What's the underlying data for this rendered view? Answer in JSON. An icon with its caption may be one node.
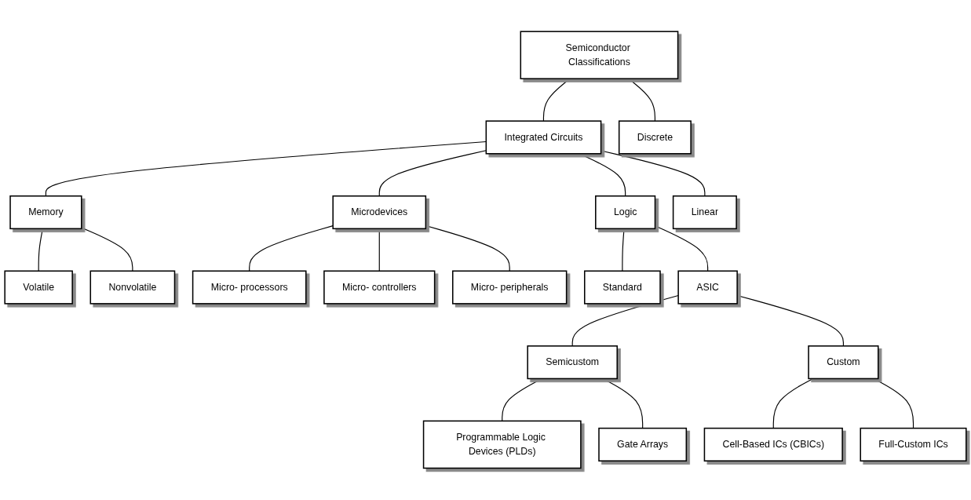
{
  "diagram": {
    "nodes": [
      {
        "text": [
          "Semiconductor Classifications"
        ]
      },
      {
        "text": [
          "Integrated Circuits"
        ]
      },
      {
        "text": [
          "Discrete"
        ]
      },
      {
        "text": [
          "Memory"
        ]
      },
      {
        "text": [
          "Microdevices"
        ]
      },
      {
        "text": [
          "Logic"
        ]
      },
      {
        "text": [
          "Linear"
        ]
      },
      {
        "text": [
          "Volatile"
        ]
      },
      {
        "text": [
          "Nonvolatile"
        ]
      },
      {
        "text": [
          "Micro- processors"
        ]
      },
      {
        "text": [
          "Micro- controllers"
        ]
      },
      {
        "text": [
          "Micro- peripherals"
        ]
      },
      {
        "text": [
          "Standard"
        ]
      },
      {
        "text": [
          "ASIC"
        ]
      },
      {
        "text": [
          "Semicustom"
        ]
      },
      {
        "text": [
          "Custom"
        ]
      },
      {
        "text": [
          "Programmable Logic Devices (PLDs)"
        ]
      },
      {
        "text": [
          "Gate Arrays"
        ]
      },
      {
        "text": [
          "Cell-Based ICs (CBICs)"
        ]
      },
      {
        "text": [
          "Full-Custom ICs"
        ]
      }
    ],
    "edges": [
      {
        "from": 0,
        "to": 1,
        "arrow": "none"
      },
      {
        "from": 0,
        "to": 2,
        "arrow": "none"
      },
      {
        "from": 1,
        "to": 3,
        "arrow": "none"
      },
      {
        "from": 1,
        "to": 4,
        "arrow": "none"
      },
      {
        "from": 1,
        "to": 5,
        "arrow": "none"
      },
      {
        "from": 1,
        "to": 6,
        "arrow": "none"
      },
      {
        "from": 3,
        "to": 7,
        "arrow": "none"
      },
      {
        "from": 3,
        "to": 8,
        "arrow": "none"
      },
      {
        "from": 4,
        "to": 9,
        "arrow": "none"
      },
      {
        "from": 4,
        "to": 10,
        "arrow": "none"
      },
      {
        "from": 4,
        "to": 11,
        "arrow": "none"
      },
      {
        "from": 5,
        "to": 12,
        "arrow": "none"
      },
      {
        "from": 5,
        "to": 13,
        "arrow": "none"
      },
      {
        "from": 13,
        "to": 14,
        "arrow": "none"
      },
      {
        "from": 13,
        "to": 15,
        "arrow": "none"
      },
      {
        "from": 14,
        "to": 16,
        "arrow": "none"
      },
      {
        "from": 14,
        "to": 17,
        "arrow": "none"
      },
      {
        "from": 15,
        "to": 18,
        "arrow": "none"
      },
      {
        "from": 15,
        "to": 19,
        "arrow": "none"
      }
    ]
  }
}
